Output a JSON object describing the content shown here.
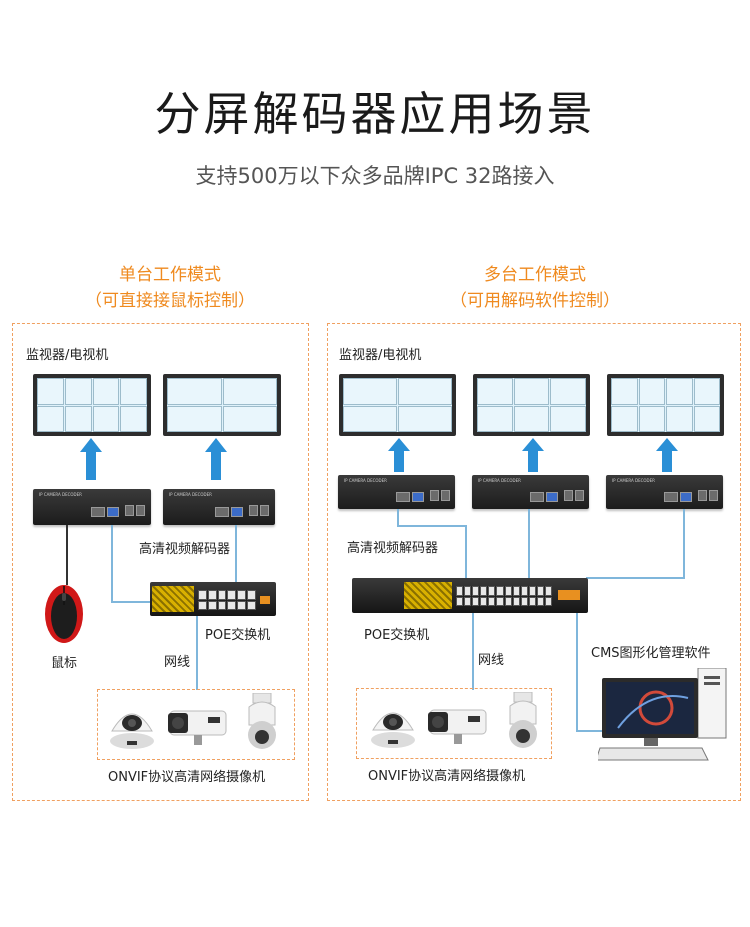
{
  "header": {
    "title": "分屏解码器应用场景",
    "subtitle": "支持500万以下众多品牌IPC 32路接入"
  },
  "left": {
    "mode_title": "单台工作模式",
    "mode_sub": "（可直接接鼠标控制）",
    "monitor_label": "监视器/电视机",
    "decoder_label": "高清视频解码器",
    "switch_label": "POE交换机",
    "mouse_label": "鼠标",
    "net_label": "网线",
    "camera_label": "ONVIF协议高清网络摄像机",
    "decoder_tag": "IP CAMERA DECODER"
  },
  "right": {
    "mode_title": "多台工作模式",
    "mode_sub": "（可用解码软件控制）",
    "monitor_label": "监视器/电视机",
    "decoder_label": "高清视频解码器",
    "switch_label": "POE交换机",
    "cms_label": "CMS图形化管理软件",
    "net_label": "网线",
    "camera_label": "ONVIF协议高清网络摄像机",
    "decoder_tag": "IP CAMERA DECODER"
  },
  "colors": {
    "accent": "#ef8a1f",
    "arrow": "#2a8fd6",
    "cable": "#7fb6db"
  },
  "icons": [
    "monitor-icon",
    "up-arrow-icon",
    "decoder-icon",
    "switch-icon",
    "mouse-icon",
    "dome-camera-icon",
    "bullet-camera-icon",
    "ptz-camera-icon",
    "computer-icon"
  ]
}
